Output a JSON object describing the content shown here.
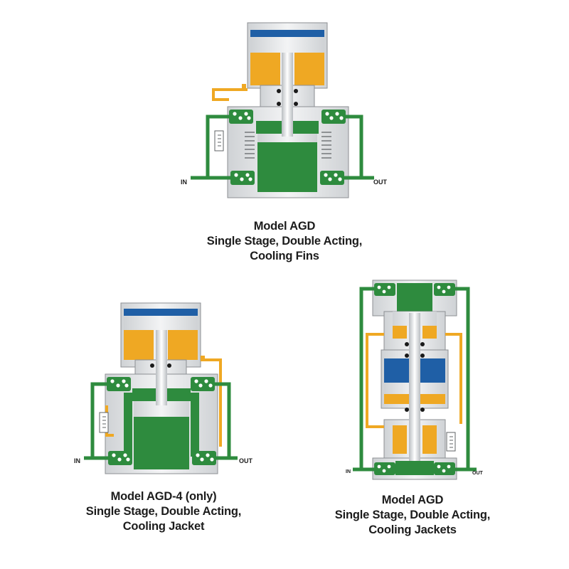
{
  "colors": {
    "green": "#2e8b3e",
    "yellow": "#efa823",
    "blue": "#1f5fa6",
    "metal": "#dadde0",
    "metal_light": "#eceef0",
    "outline": "#8c8f93"
  },
  "diagrams": [
    {
      "port_in": "IN",
      "port_out": "OUT",
      "caption": [
        "Model AGD",
        "Single Stage, Double Acting,",
        "Cooling Fins"
      ]
    },
    {
      "port_in": "IN",
      "port_out": "OUT",
      "caption": [
        "Model AGD-4 (only)",
        "Single Stage, Double Acting,",
        "Cooling Jacket"
      ]
    },
    {
      "port_in": "IN",
      "port_out": "OUT",
      "caption": [
        "Model AGD",
        "Single Stage, Double Acting,",
        "Cooling Jackets"
      ]
    }
  ]
}
